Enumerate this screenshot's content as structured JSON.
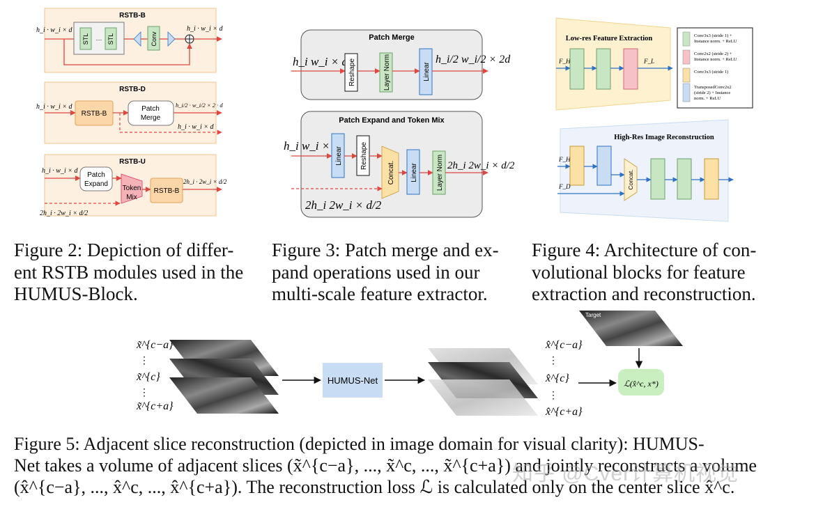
{
  "fig2": {
    "rstb_b": {
      "title": "RSTB-B",
      "in_label": "h_i · w_i × d",
      "stl1": "STL",
      "dots": "···",
      "stl2": "STL",
      "conv": "Conv",
      "out_label": "h_i · w_i × d"
    },
    "rstb_d": {
      "title": "RSTB-D",
      "in_label": "h_i · w_i × d",
      "block": "RSTB-B",
      "merge_l1": "Patch",
      "merge_l2": "Merge",
      "out_top": "h_i/2 · w_i/2 × 2 · d",
      "out_bottom": "h_i · w_i × d"
    },
    "rstb_u": {
      "title": "RSTB-U",
      "in_label": "h_i · w_i × d",
      "expand_l1": "Patch",
      "expand_l2": "Expand",
      "mix_l1": "Token",
      "mix_l2": "Mix",
      "block": "RSTB-B",
      "out_label": "2h_i · 2w_i × d/2",
      "skip_label": "2h_i · 2w_i × d/2"
    },
    "caption": [
      "Figure 2: Depiction of differ-",
      "ent RSTB modules used in the",
      "HUMUS-Block."
    ]
  },
  "fig3": {
    "merge": {
      "title": "Patch Merge",
      "in_label": "h_i w_i × d",
      "b1": "Reshape",
      "b2": "Layer Norm",
      "b3": "Linear",
      "out_label": "h_i/2 w_i/2 × 2d"
    },
    "expand": {
      "title": "Patch Expand and Token Mix",
      "in_label": "h_i w_i × d",
      "b1": "Linear",
      "b2": "Reshape",
      "b3": "Concat.",
      "b4": "Linear",
      "b5": "Layer Norm",
      "out_label": "2h_i 2w_i × d/2",
      "skip_label": "2h_i 2w_i × d/2"
    },
    "caption": [
      "Figure 3: Patch merge and ex-",
      "pand operations used in our",
      "multi-scale feature extractor."
    ]
  },
  "fig4": {
    "lowres": {
      "title": "Low-res Feature Extraction",
      "in_label": "F_H",
      "out_label": "F_L"
    },
    "legend": [
      {
        "color": "#c9e6c4",
        "text": [
          "Conv3x3 (stride 1) +",
          "Instance norm. + ReLU"
        ]
      },
      {
        "color": "#f6c2c7",
        "text": [
          "Conv2x2 (stride 2) +",
          "Instance norm. + ReLU"
        ]
      },
      {
        "color": "#fbe1a6",
        "text": [
          "Conv3x3 (stride 1)"
        ]
      },
      {
        "color": "#c8dcf3",
        "text": [
          "TransposedConv2x2",
          "(stride 2) + Instance",
          "norm. + ReLU"
        ]
      }
    ],
    "highres": {
      "title": "High-Res Image Reconstruction",
      "in1": "F_H",
      "in2": "F_D",
      "concat": "Concat."
    },
    "caption": [
      "Figure 4: Architecture of con-",
      "volutional blocks for feature",
      "extraction and reconstruction."
    ]
  },
  "fig5": {
    "in_labels": {
      "top": "x̃^{c−a}",
      "mid": "x̃^{c}",
      "bot": "x̃^{c+a}"
    },
    "net": "HUMUS-Net",
    "out_labels": {
      "top": "x̂^{c−a}",
      "mid": "x̂^{c}",
      "bot": "x̂^{c+a}"
    },
    "target": "Target",
    "loss": "ℒ(x̂^c, x*)",
    "caption": [
      "Figure 5:  Adjacent slice reconstruction (depicted in image domain for visual clarity): HUMUS-",
      "Net takes a volume of adjacent slices (x̃^{c−a}, ..., x̃^c, ..., x̃^{c+a}) and jointly reconstructs a volume",
      "(x̂^{c−a}, ..., x̂^c, ..., x̂^{c+a}). The reconstruction loss ℒ is calculated only on the center slice x̂^c."
    ]
  },
  "watermark": "知乎 @Cver计算机视觉"
}
